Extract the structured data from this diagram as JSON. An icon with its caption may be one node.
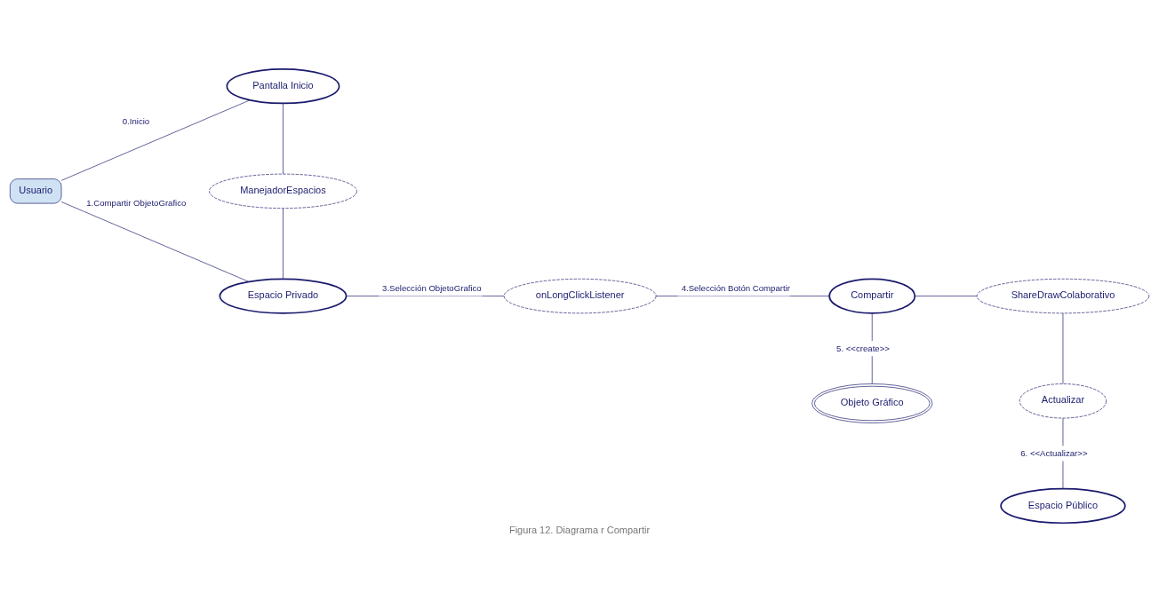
{
  "diagram": {
    "caption": "Figura 12. Diagrama r Compartir",
    "nodes": [
      {
        "text": [
          "Usuario"
        ]
      },
      {
        "text": [
          "Pantalla Inicio"
        ]
      },
      {
        "text": [
          "ManejadorEspacios"
        ]
      },
      {
        "text": [
          "Espacio Privado"
        ]
      },
      {
        "text": [
          "onLongClickListener"
        ]
      },
      {
        "text": [
          "Compartir"
        ]
      },
      {
        "text": [
          "Objeto Gráfico"
        ]
      },
      {
        "text": [
          "Espacio Público"
        ]
      },
      {
        "text": [
          "Actualizar"
        ]
      },
      {
        "text": [
          "ShareDrawColaborativo"
        ]
      }
    ],
    "edges": [
      {
        "from": 0,
        "to": 1,
        "arrow": "none",
        "label": "0.Inicio"
      },
      {
        "from": 0,
        "to": 3,
        "arrow": "none",
        "label": "1.Compartir ObjetoGrafico"
      },
      {
        "from": 1,
        "to": 2,
        "arrow": "none"
      },
      {
        "from": 2,
        "to": 3,
        "arrow": "none"
      },
      {
        "from": 3,
        "to": 4,
        "arrow": "none",
        "label": "3.Selección ObjetoGrafico"
      },
      {
        "from": 4,
        "to": 5,
        "arrow": "none",
        "label": "4.Selección Botón Compartir"
      },
      {
        "from": 5,
        "to": 6,
        "arrow": "none",
        "label": "5. <<create>>"
      },
      {
        "from": 5,
        "to": 9,
        "arrow": "none"
      },
      {
        "from": 9,
        "to": 8,
        "arrow": "none"
      },
      {
        "from": 8,
        "to": 7,
        "arrow": "none",
        "label": "6. <<Actualizar>>"
      }
    ]
  }
}
